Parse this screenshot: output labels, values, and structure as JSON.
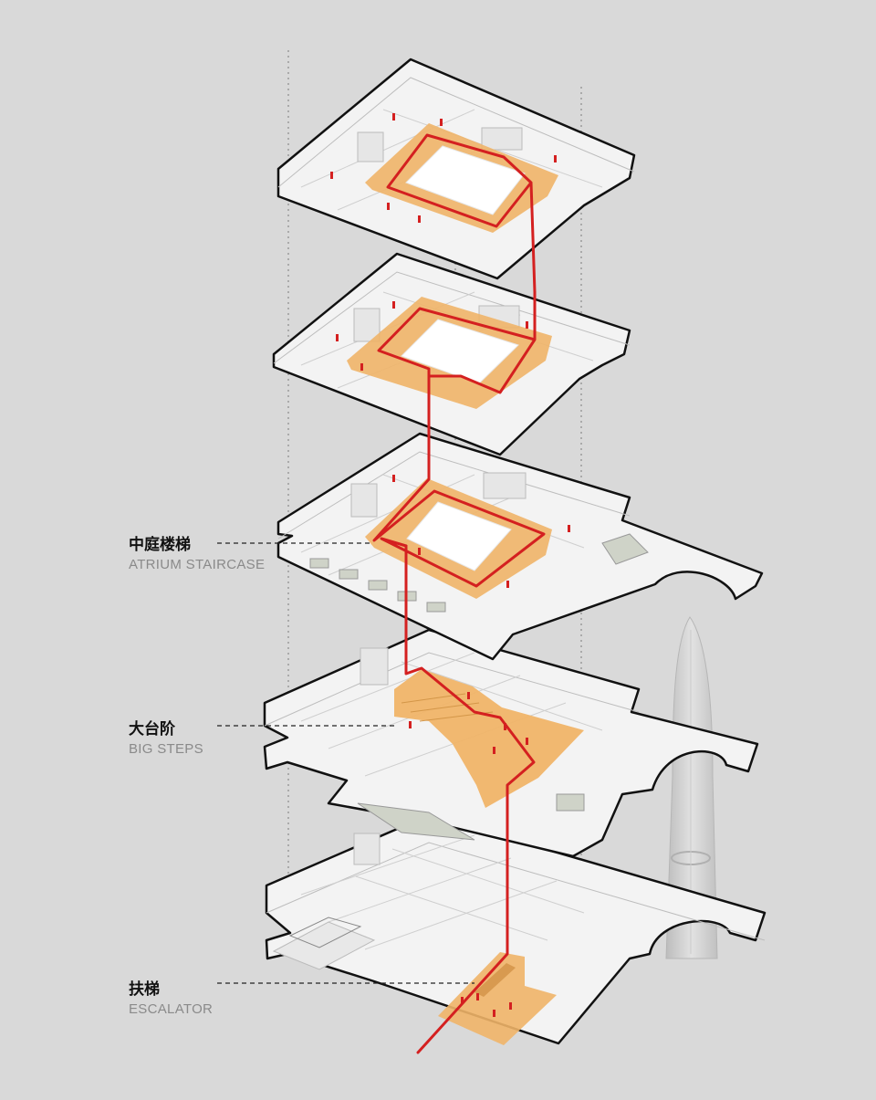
{
  "labels": [
    {
      "cn": "中庭楼梯",
      "en": "ATRIUM STAIRCASE"
    },
    {
      "cn": "大台阶",
      "en": "BIG STEPS"
    },
    {
      "cn": "扶梯",
      "en": "ESCALATOR"
    }
  ],
  "colors": {
    "background": "#d9d9d9",
    "floor": "#f4f4f4",
    "outline": "#111111",
    "highlight": "#f0b468",
    "route": "#d42020"
  }
}
